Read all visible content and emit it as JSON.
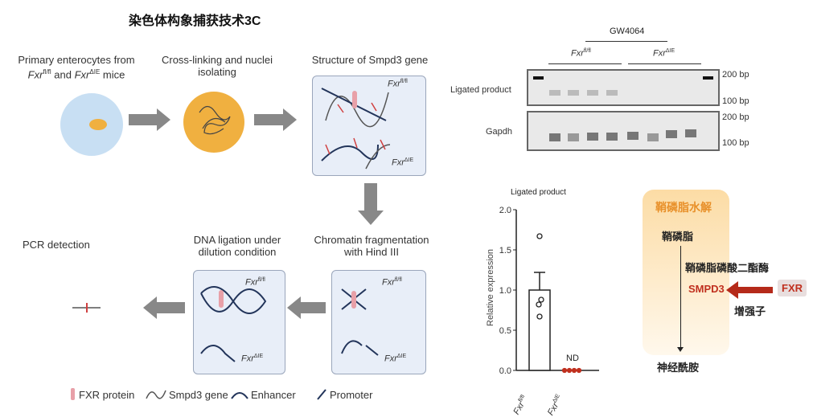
{
  "title": "染色体构象捕获技术3C",
  "workflow": {
    "step1": {
      "line1": "Primary enterocytes from",
      "line2a": "Fxr",
      "sup_a": "fl/fl",
      "and": " and ",
      "line2b": "Fxr",
      "sup_b": "ΔIE",
      "mice": " mice"
    },
    "step2": {
      "line1": "Cross-linking and nuclei",
      "line2": "isolating"
    },
    "step3": {
      "label": "Structure of Smpd3 gene"
    },
    "step4": {
      "line1": "Chromatin fragmentation",
      "line2": "with Hind III"
    },
    "step5": {
      "line1": "DNA ligation under",
      "line2": "dilution condition"
    },
    "step6": {
      "label": "PCR detection"
    },
    "genotype_base": "Fxr",
    "genotype_flfl": "fl/fl",
    "genotype_die": "ΔIE"
  },
  "legend": [
    {
      "label": "FXR protein",
      "icon": "fxr-protein-icon"
    },
    {
      "label": "Smpd3 gene",
      "icon": "gene-icon"
    },
    {
      "label": "Enhancer",
      "icon": "enhancer-icon"
    },
    {
      "label": "Promoter",
      "icon": "promoter-icon"
    }
  ],
  "gel": {
    "treatment": "GW4064",
    "group1": "Fxr",
    "group1_sup": "fl/fl",
    "group2": "Fxr",
    "group2_sup": "ΔIE",
    "row1": "Ligated product",
    "row2": "Gapdh",
    "marker_200": "200 bp",
    "marker_100": "100 bp"
  },
  "chart_data": {
    "type": "bar",
    "title": "Ligated product",
    "ylabel": "Relative expression",
    "xlabel": "",
    "ylim": [
      0,
      2.0
    ],
    "yticks": [
      "0.0",
      "0.5",
      "1.0",
      "1.5",
      "2.0"
    ],
    "categories": [
      "Fxr fl/fl",
      "Fxr ΔIE"
    ],
    "category_base": "Fxr",
    "category_sups": [
      "fl/fl",
      "ΔIE"
    ],
    "values": [
      1.0,
      0.0
    ],
    "error": [
      0.22,
      0
    ],
    "points": [
      [
        1.67,
        0.88,
        0.82,
        0.67
      ],
      [
        0,
        0,
        0,
        0
      ]
    ],
    "annotations": [
      "ND"
    ]
  },
  "pathway": {
    "header": "鞘磷脂水解",
    "substrate": "鞘磷脂",
    "enzyme": "鞘磷脂磷酸二酯酶",
    "gene": "SMPD3",
    "regulator": "FXR",
    "element": "增强子",
    "product": "神经酰胺",
    "colors": {
      "header": "#e8902a",
      "gene": "#c0301f",
      "arrow": "#b52a1a",
      "panel": "#fde7bf"
    }
  }
}
